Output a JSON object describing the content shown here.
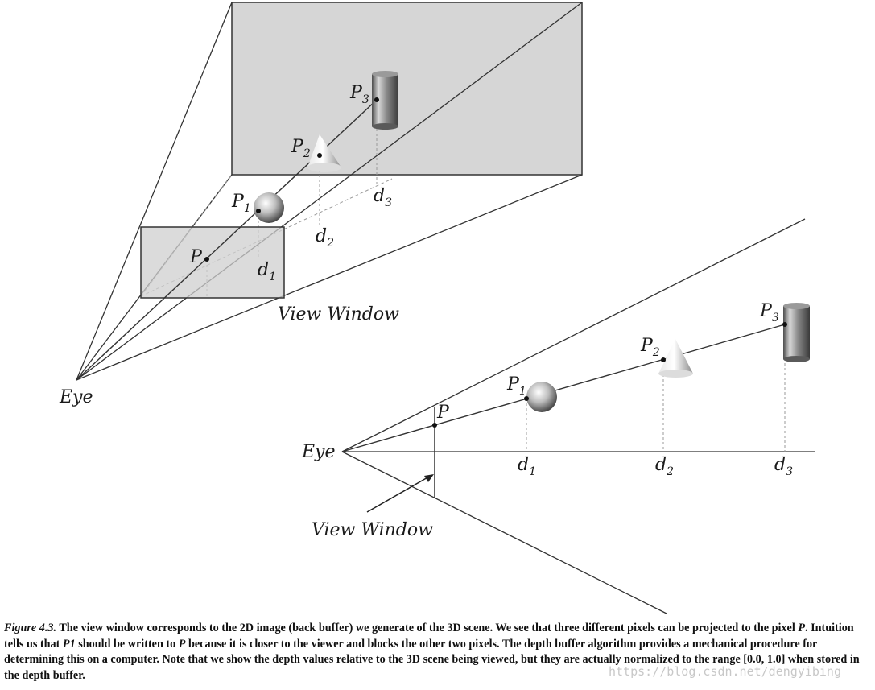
{
  "figure": {
    "labels": {
      "eye": "Eye",
      "view_window": "View Window",
      "p": "P",
      "p1_base": "P",
      "p1_sub": "1",
      "p2_base": "P",
      "p2_sub": "2",
      "p3_base": "P",
      "p3_sub": "3",
      "d1_base": "d",
      "d1_sub": "1",
      "d2_base": "d",
      "d2_sub": "2",
      "d3_base": "d",
      "d3_sub": "3"
    }
  },
  "caption": {
    "figure_label": "Figure 4.3.",
    "part1": " The view window corresponds to the 2D image (back buffer) we generate of the 3D scene. We see that three different pixels can be projected to the pixel ",
    "p_italic": "P",
    "part2": ". Intuition tells us that ",
    "p1_italic": "P1",
    "part3": " should be written to ",
    "p_italic2": "P",
    "part4": " because it is closer to the viewer and blocks the other two pixels. The depth buffer algorithm provides a mechanical procedure for determining this on a computer. Note that we show the depth values relative to the 3D scene being viewed, but they are actually normalized to the range [0.0, 1.0] when stored in the depth buffer."
  },
  "watermark": "https://blog.csdn.net/dengyibing"
}
